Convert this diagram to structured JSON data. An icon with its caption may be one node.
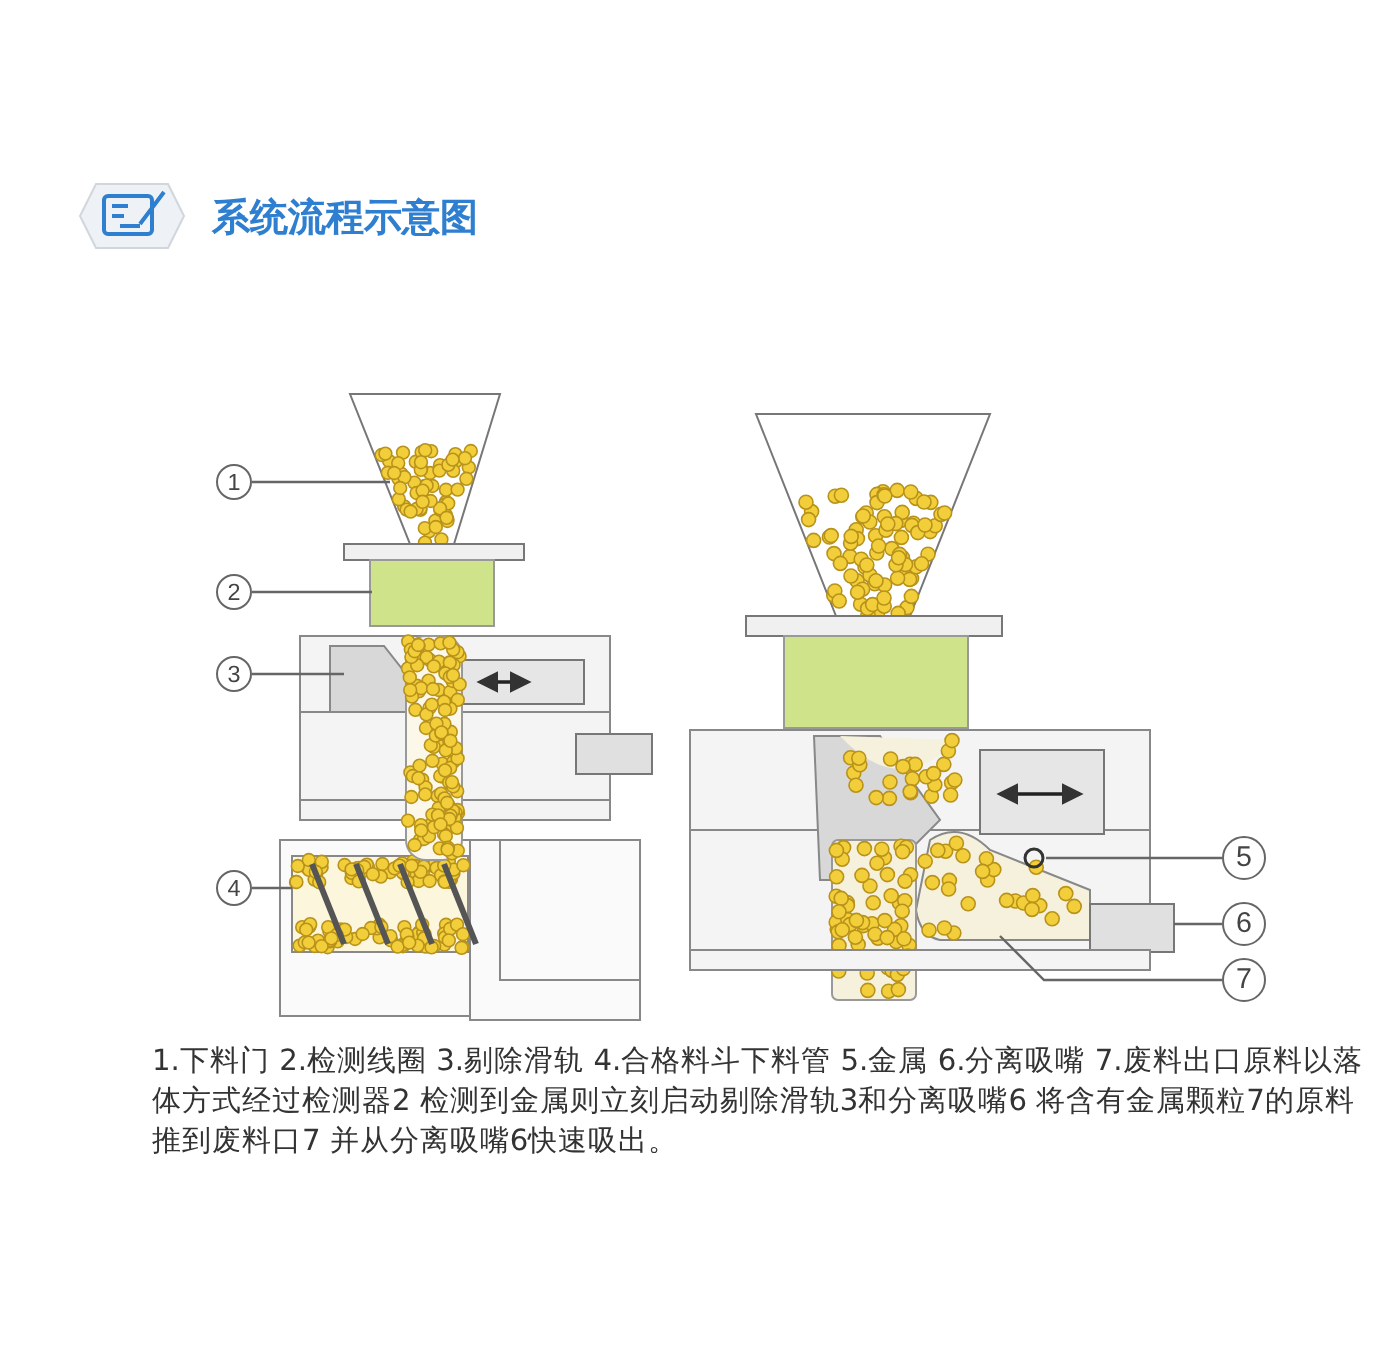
{
  "diagram": {
    "title": "系统流程示意图",
    "caption": "1.下料门 2.检测线圈 3.剔除滑轨 4.合格料斗下料管 5.金属 6.分离吸嘴 7.废料出口原料以落体方式经过检测器2  检测到金属则立刻启动剔除滑轨3和分离吸嘴6  将含有金属颗粒7的原料推到废料口7  并从分离吸嘴6快速吸出。",
    "nodes": [
      {
        "text": [
          "1"
        ]
      },
      {
        "text": [
          "2"
        ]
      },
      {
        "text": [
          "3"
        ]
      },
      {
        "text": [
          "4"
        ]
      },
      {
        "text": [
          "5"
        ]
      },
      {
        "text": [
          "6"
        ]
      },
      {
        "text": [
          "7"
        ]
      }
    ],
    "edges": [
      {
        "from": 0,
        "to": null,
        "arrow": "none"
      },
      {
        "from": 1,
        "to": null,
        "arrow": "none"
      },
      {
        "from": 2,
        "to": null,
        "arrow": "none"
      },
      {
        "from": 3,
        "to": null,
        "arrow": "none"
      },
      {
        "from": 4,
        "to": null,
        "arrow": "none"
      },
      {
        "from": 5,
        "to": null,
        "arrow": "none"
      },
      {
        "from": 6,
        "to": null,
        "arrow": "none"
      }
    ]
  }
}
